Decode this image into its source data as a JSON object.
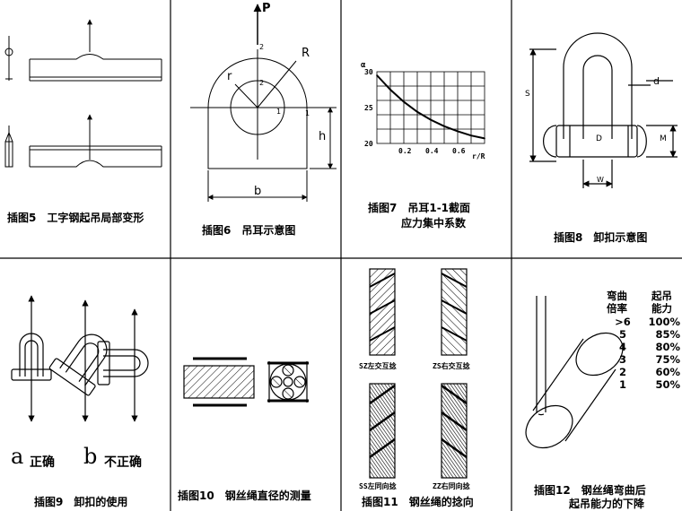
{
  "captions": {
    "fig5": "插图5　工字钢起吊局部变形",
    "fig6": "插图6　吊耳示意图",
    "fig7_line1": "插图7　吊耳1-1截面",
    "fig7_line2": "应力集中系数",
    "fig8": "插图8　卸扣示意图",
    "fig9": "插图9　卸扣的使用",
    "fig10": "插图10　钢丝绳直径的测量",
    "fig11": "插图11　钢丝绳的捻向",
    "fig12_line1": "插图12　钢丝绳弯曲后",
    "fig12_line2": "起吊能力的下降"
  },
  "fig6_labels": {
    "P": "P",
    "R": "R",
    "r": "r",
    "h": "h",
    "b": "b",
    "n1a": "1",
    "n1b": "1",
    "n2a": "2",
    "n2b": "2"
  },
  "fig7_labels": {
    "alpha": "α",
    "y30": "30",
    "y25": "25",
    "y20": "20",
    "x02": "0.2",
    "x04": "0.4",
    "x06": "0.6",
    "xvar": "r/R"
  },
  "fig8_labels": {
    "d": "d",
    "S": "S",
    "D": "D",
    "M": "M",
    "W": "W"
  },
  "fig9_labels": {
    "a": "a",
    "a_text": "正确",
    "b": "b",
    "b_text": "不正确"
  },
  "fig11_labels": {
    "sz": "SZ左交互捻",
    "zs": "ZS右交互捻",
    "ss": "SS左同向捻",
    "zz": "ZZ右同向捻"
  },
  "fig12_table": {
    "head1": "弯曲",
    "head1b": "倍率",
    "head2": "起吊",
    "head2b": "能力",
    "rows": [
      {
        "ratio": ">6",
        "cap": "100%"
      },
      {
        "ratio": "5",
        "cap": "85%"
      },
      {
        "ratio": "4",
        "cap": "80%"
      },
      {
        "ratio": "3",
        "cap": "75%"
      },
      {
        "ratio": "2",
        "cap": "60%"
      },
      {
        "ratio": "1",
        "cap": "50%"
      }
    ]
  },
  "chart_data": {
    "type": "line",
    "title": "",
    "xlabel": "r/R",
    "ylabel": "α",
    "xlim": [
      0,
      0.8
    ],
    "ylim": [
      20,
      30
    ],
    "x_ticks": [
      0.2,
      0.4,
      0.6
    ],
    "y_ticks": [
      20,
      25,
      30
    ],
    "grid": true,
    "series": [
      {
        "x": [
          0,
          0.1,
          0.2,
          0.3,
          0.4,
          0.5,
          0.6,
          0.7,
          0.8
        ],
        "y": [
          29.5,
          27.5,
          25.8,
          24.4,
          23.3,
          22.4,
          21.7,
          21.1,
          20.7
        ]
      }
    ]
  }
}
